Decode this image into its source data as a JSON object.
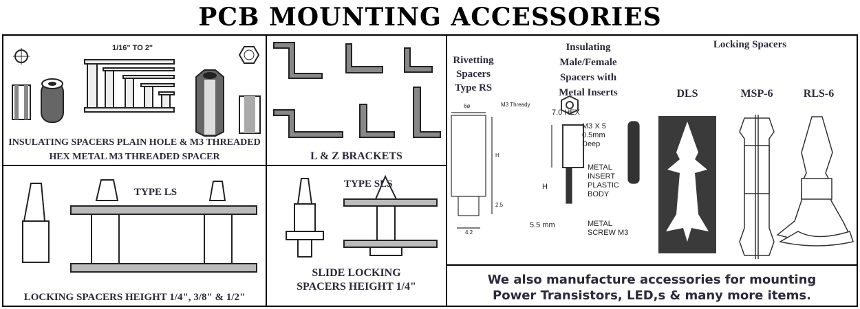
{
  "title": "PCB MOUNTING ACCESSORIES",
  "panel_spacers": {
    "range": "1/16\" TO 2\"",
    "caption_1": "INSULATING SPACERS PLAIN HOLE & M3 THREADED",
    "caption_2": "HEX METAL M3 THREADED SPACER"
  },
  "panel_brackets": {
    "caption": "L & Z BRACKETS"
  },
  "panel_ls": {
    "type": "TYPE LS",
    "caption": "LOCKING SPACERS HEIGHT 1/4\", 3/8\" & 1/2\""
  },
  "panel_sls": {
    "type": "TYPE SLS",
    "caption_1": "SLIDE LOCKING",
    "caption_2": "SPACERS HEIGHT 1/4\""
  },
  "panel_right": {
    "rs": {
      "line1": "Rivetting",
      "line2": "Spacers",
      "line3": "Type RS",
      "dia": "6ø",
      "thread": "M3 Thready",
      "h": "H",
      "h2": "2.5",
      "base": "4.2"
    },
    "mf": {
      "line1": "Insulating",
      "line2": "Male/Female",
      "line3": "Spacers with",
      "line4": "Metal Inserts",
      "hex": "7.0 HEX",
      "m3": "M3 X 5",
      "depth": "0.5mm",
      "deep": "Deep",
      "insert1": "METAL",
      "insert2": "INSERT",
      "body1": "PLASTIC",
      "body2": "BODY",
      "h": "H",
      "len": "5.5 mm",
      "screw1": "METAL",
      "screw2": "SCREW M3"
    },
    "locking": {
      "heading": "Locking Spacers",
      "items": [
        "DLS",
        "MSP-6",
        "RLS-6"
      ]
    },
    "footer_1": "We also manufacture accessories for mounting",
    "footer_2": "Power Transistors, LED,s & many more items."
  }
}
